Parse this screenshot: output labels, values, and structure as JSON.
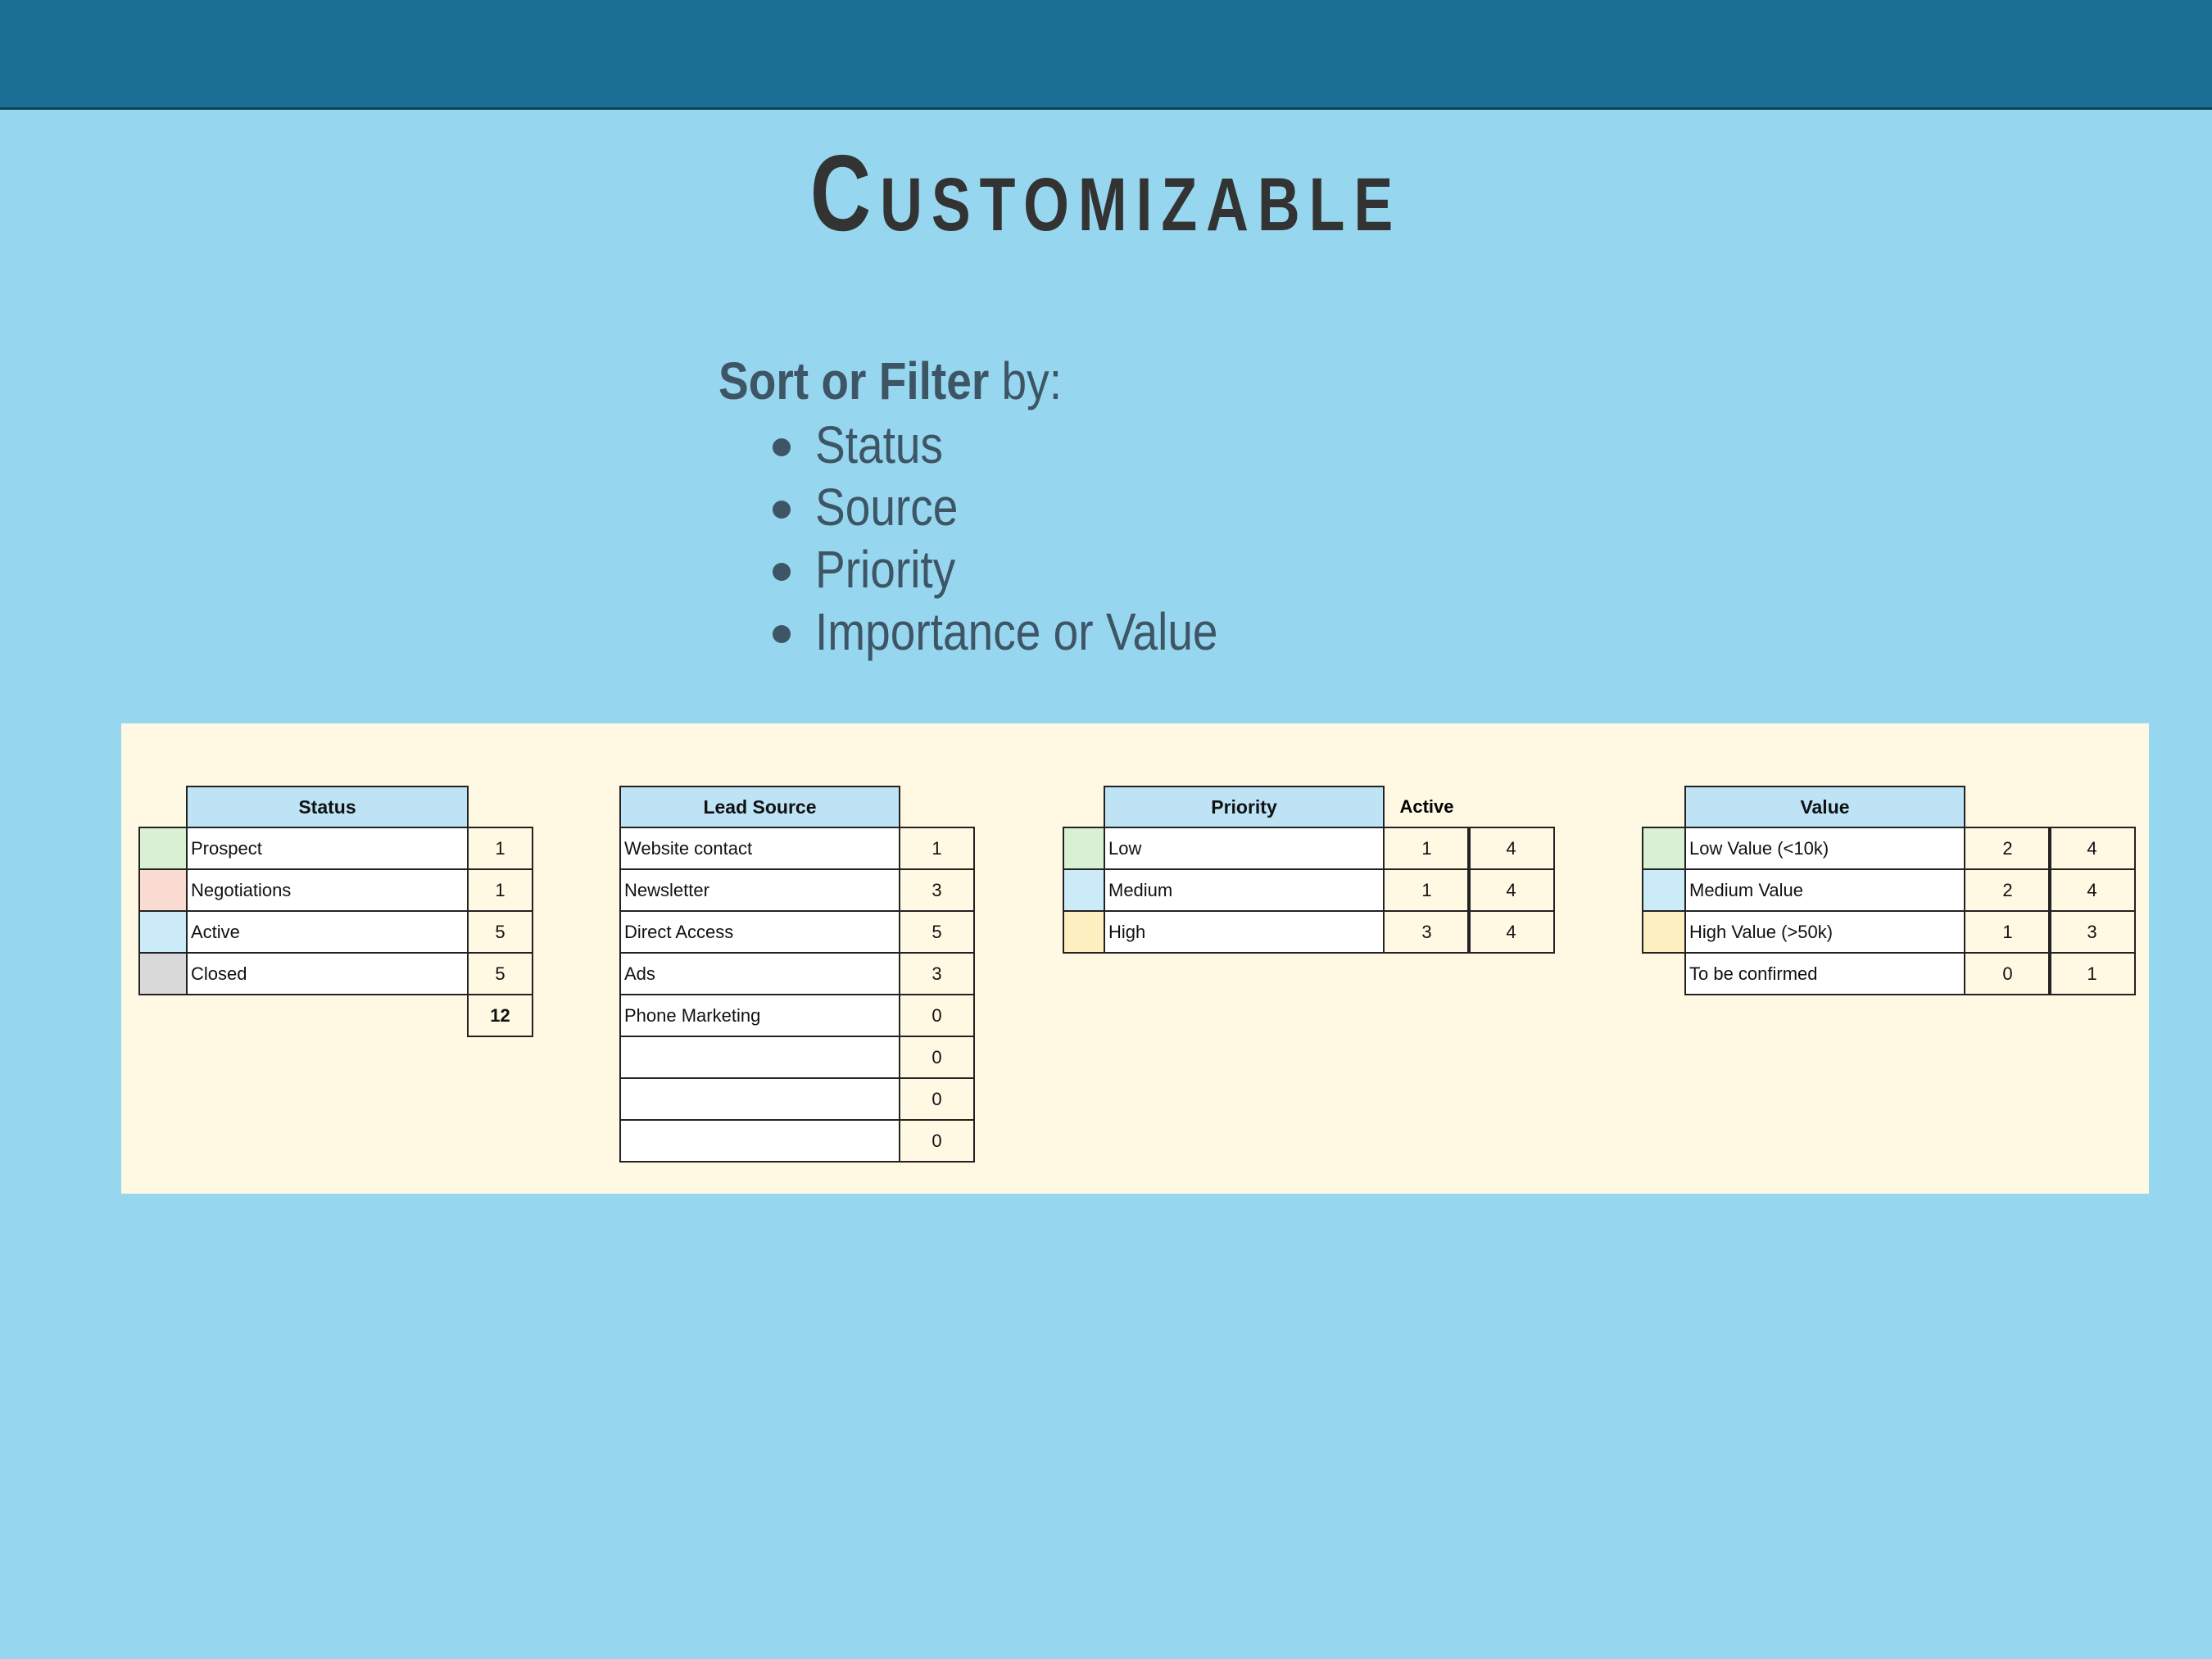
{
  "title": "Customizable",
  "intro": {
    "bold": "Sort or Filter",
    "rest": " by:"
  },
  "bullets": [
    "Status",
    "Source",
    "Priority",
    "Importance or Value"
  ],
  "colors": {
    "header": "#bde3f5",
    "green": "#d9f0d3",
    "pink": "#fadbd2",
    "blue": "#ccebf9",
    "grey": "#d9d9d9",
    "yellow": "#fdefc0"
  },
  "tables": {
    "status": {
      "header": "Status",
      "rows": [
        {
          "swatch": "green",
          "label": "Prospect",
          "values": [
            "1"
          ]
        },
        {
          "swatch": "pink",
          "label": "Negotiations",
          "values": [
            "1"
          ]
        },
        {
          "swatch": "blue",
          "label": "Active",
          "values": [
            "5"
          ]
        },
        {
          "swatch": "grey",
          "label": "Closed",
          "values": [
            "5"
          ]
        }
      ],
      "total": "12"
    },
    "lead_source": {
      "header": "Lead Source",
      "rows": [
        {
          "label": "Website contact",
          "values": [
            "1"
          ]
        },
        {
          "label": "Newsletter",
          "values": [
            "3"
          ]
        },
        {
          "label": "Direct Access",
          "values": [
            "5"
          ]
        },
        {
          "label": "Ads",
          "values": [
            "3"
          ]
        },
        {
          "label": "Phone Marketing",
          "values": [
            "0"
          ]
        },
        {
          "label": "",
          "values": [
            "0"
          ]
        },
        {
          "label": "",
          "values": [
            "0"
          ]
        },
        {
          "label": "",
          "values": [
            "0"
          ]
        }
      ]
    },
    "priority": {
      "header": "Priority",
      "extra_header": "Active",
      "rows": [
        {
          "swatch": "green",
          "label": "Low",
          "values": [
            "1",
            "4"
          ]
        },
        {
          "swatch": "blue",
          "label": "Medium",
          "values": [
            "1",
            "4"
          ]
        },
        {
          "swatch": "yellow",
          "label": "High",
          "values": [
            "3",
            "4"
          ]
        }
      ]
    },
    "value": {
      "header": "Value",
      "rows": [
        {
          "swatch": "green",
          "label": "Low Value (<10k)",
          "values": [
            "2",
            "4"
          ]
        },
        {
          "swatch": "blue",
          "label": "Medium Value",
          "values": [
            "2",
            "4"
          ]
        },
        {
          "swatch": "yellow",
          "label": "High Value (>50k)",
          "values": [
            "1",
            "3"
          ]
        },
        {
          "label": "To be confirmed",
          "values": [
            "0",
            "1"
          ]
        }
      ]
    }
  }
}
